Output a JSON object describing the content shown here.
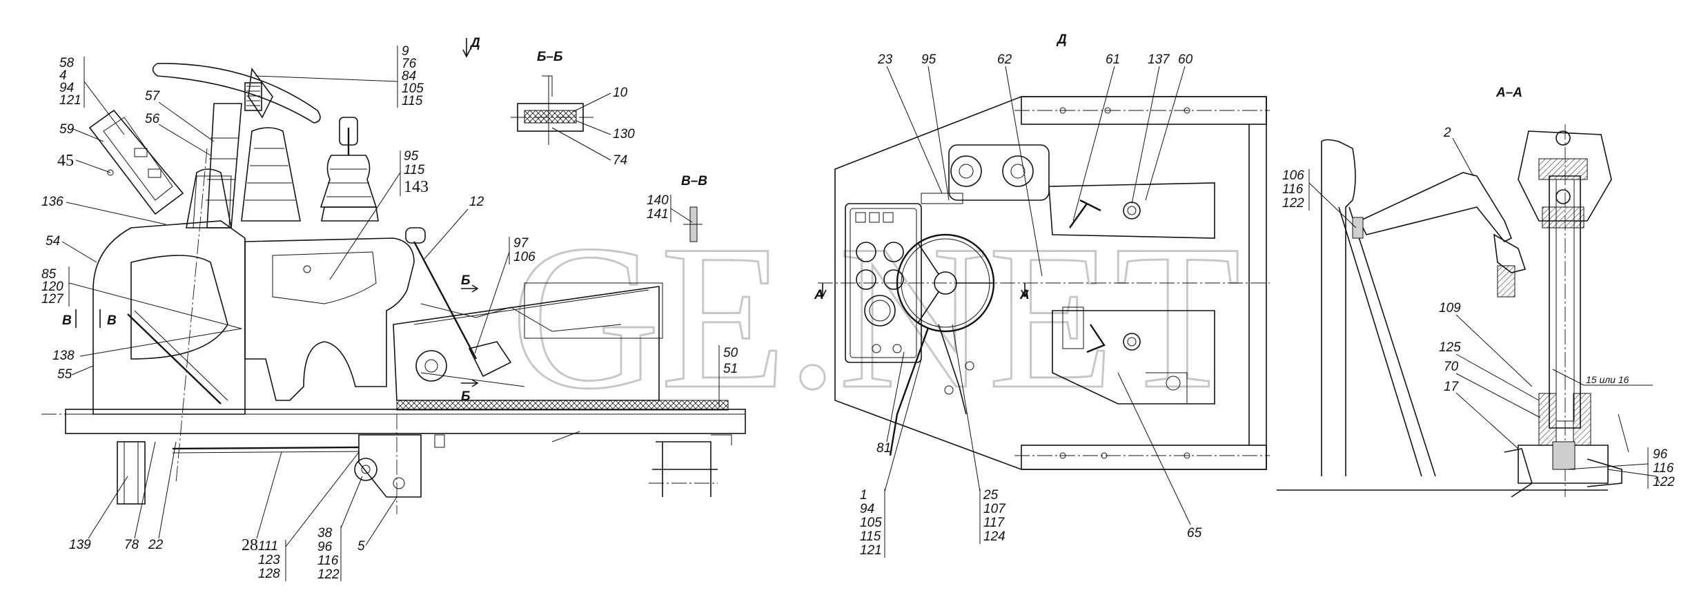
{
  "watermark": "GE.NET",
  "sections": {
    "d_arrow": "Д",
    "b_b": "Б–Б",
    "v_v": "В–В",
    "d_view": "Д",
    "a_a": "А–А",
    "a_left": "А",
    "a_right": "А",
    "b_upper": "Б",
    "b_lower": "Б",
    "v_left": "В",
    "v_right": "В"
  },
  "left_view": {
    "g58": [
      "58",
      "4",
      "94",
      "121"
    ],
    "l59": "59",
    "l45": "45",
    "l57": "57",
    "l56": "56",
    "l136": "136",
    "l54": "54",
    "g85": [
      "85",
      "120",
      "127"
    ],
    "l138": "138",
    "l55": "55",
    "l139": "139",
    "l78": "78",
    "l22": "22",
    "g9": [
      "9",
      "76",
      "84",
      "105",
      "115"
    ],
    "g95": [
      "95",
      "115"
    ],
    "l143": "143",
    "l12": "12",
    "g97": [
      "97",
      "106"
    ],
    "g140": [
      "140",
      "141"
    ],
    "g10": [
      "10",
      "130",
      "74"
    ],
    "g50": [
      "50",
      "51"
    ],
    "l28": "28",
    "g111": [
      "111",
      "123",
      "128"
    ],
    "g38": [
      "38",
      "96",
      "116",
      "122"
    ],
    "l5": "5"
  },
  "mid_view": {
    "l23": "23",
    "l95": "95",
    "l62": "62",
    "l61": "61",
    "l137": "137",
    "l60": "60",
    "l81": "81",
    "g1": [
      "1",
      "94",
      "105",
      "115",
      "121"
    ],
    "g25": [
      "25",
      "107",
      "117",
      "124"
    ],
    "l65": "65"
  },
  "right_view": {
    "l2": "2",
    "g106": [
      "106",
      "116",
      "122"
    ],
    "l109": "109",
    "l125": "125",
    "l70": "70",
    "l17": "17",
    "note": "15 или 16",
    "g96": [
      "96",
      "116",
      "122"
    ]
  }
}
